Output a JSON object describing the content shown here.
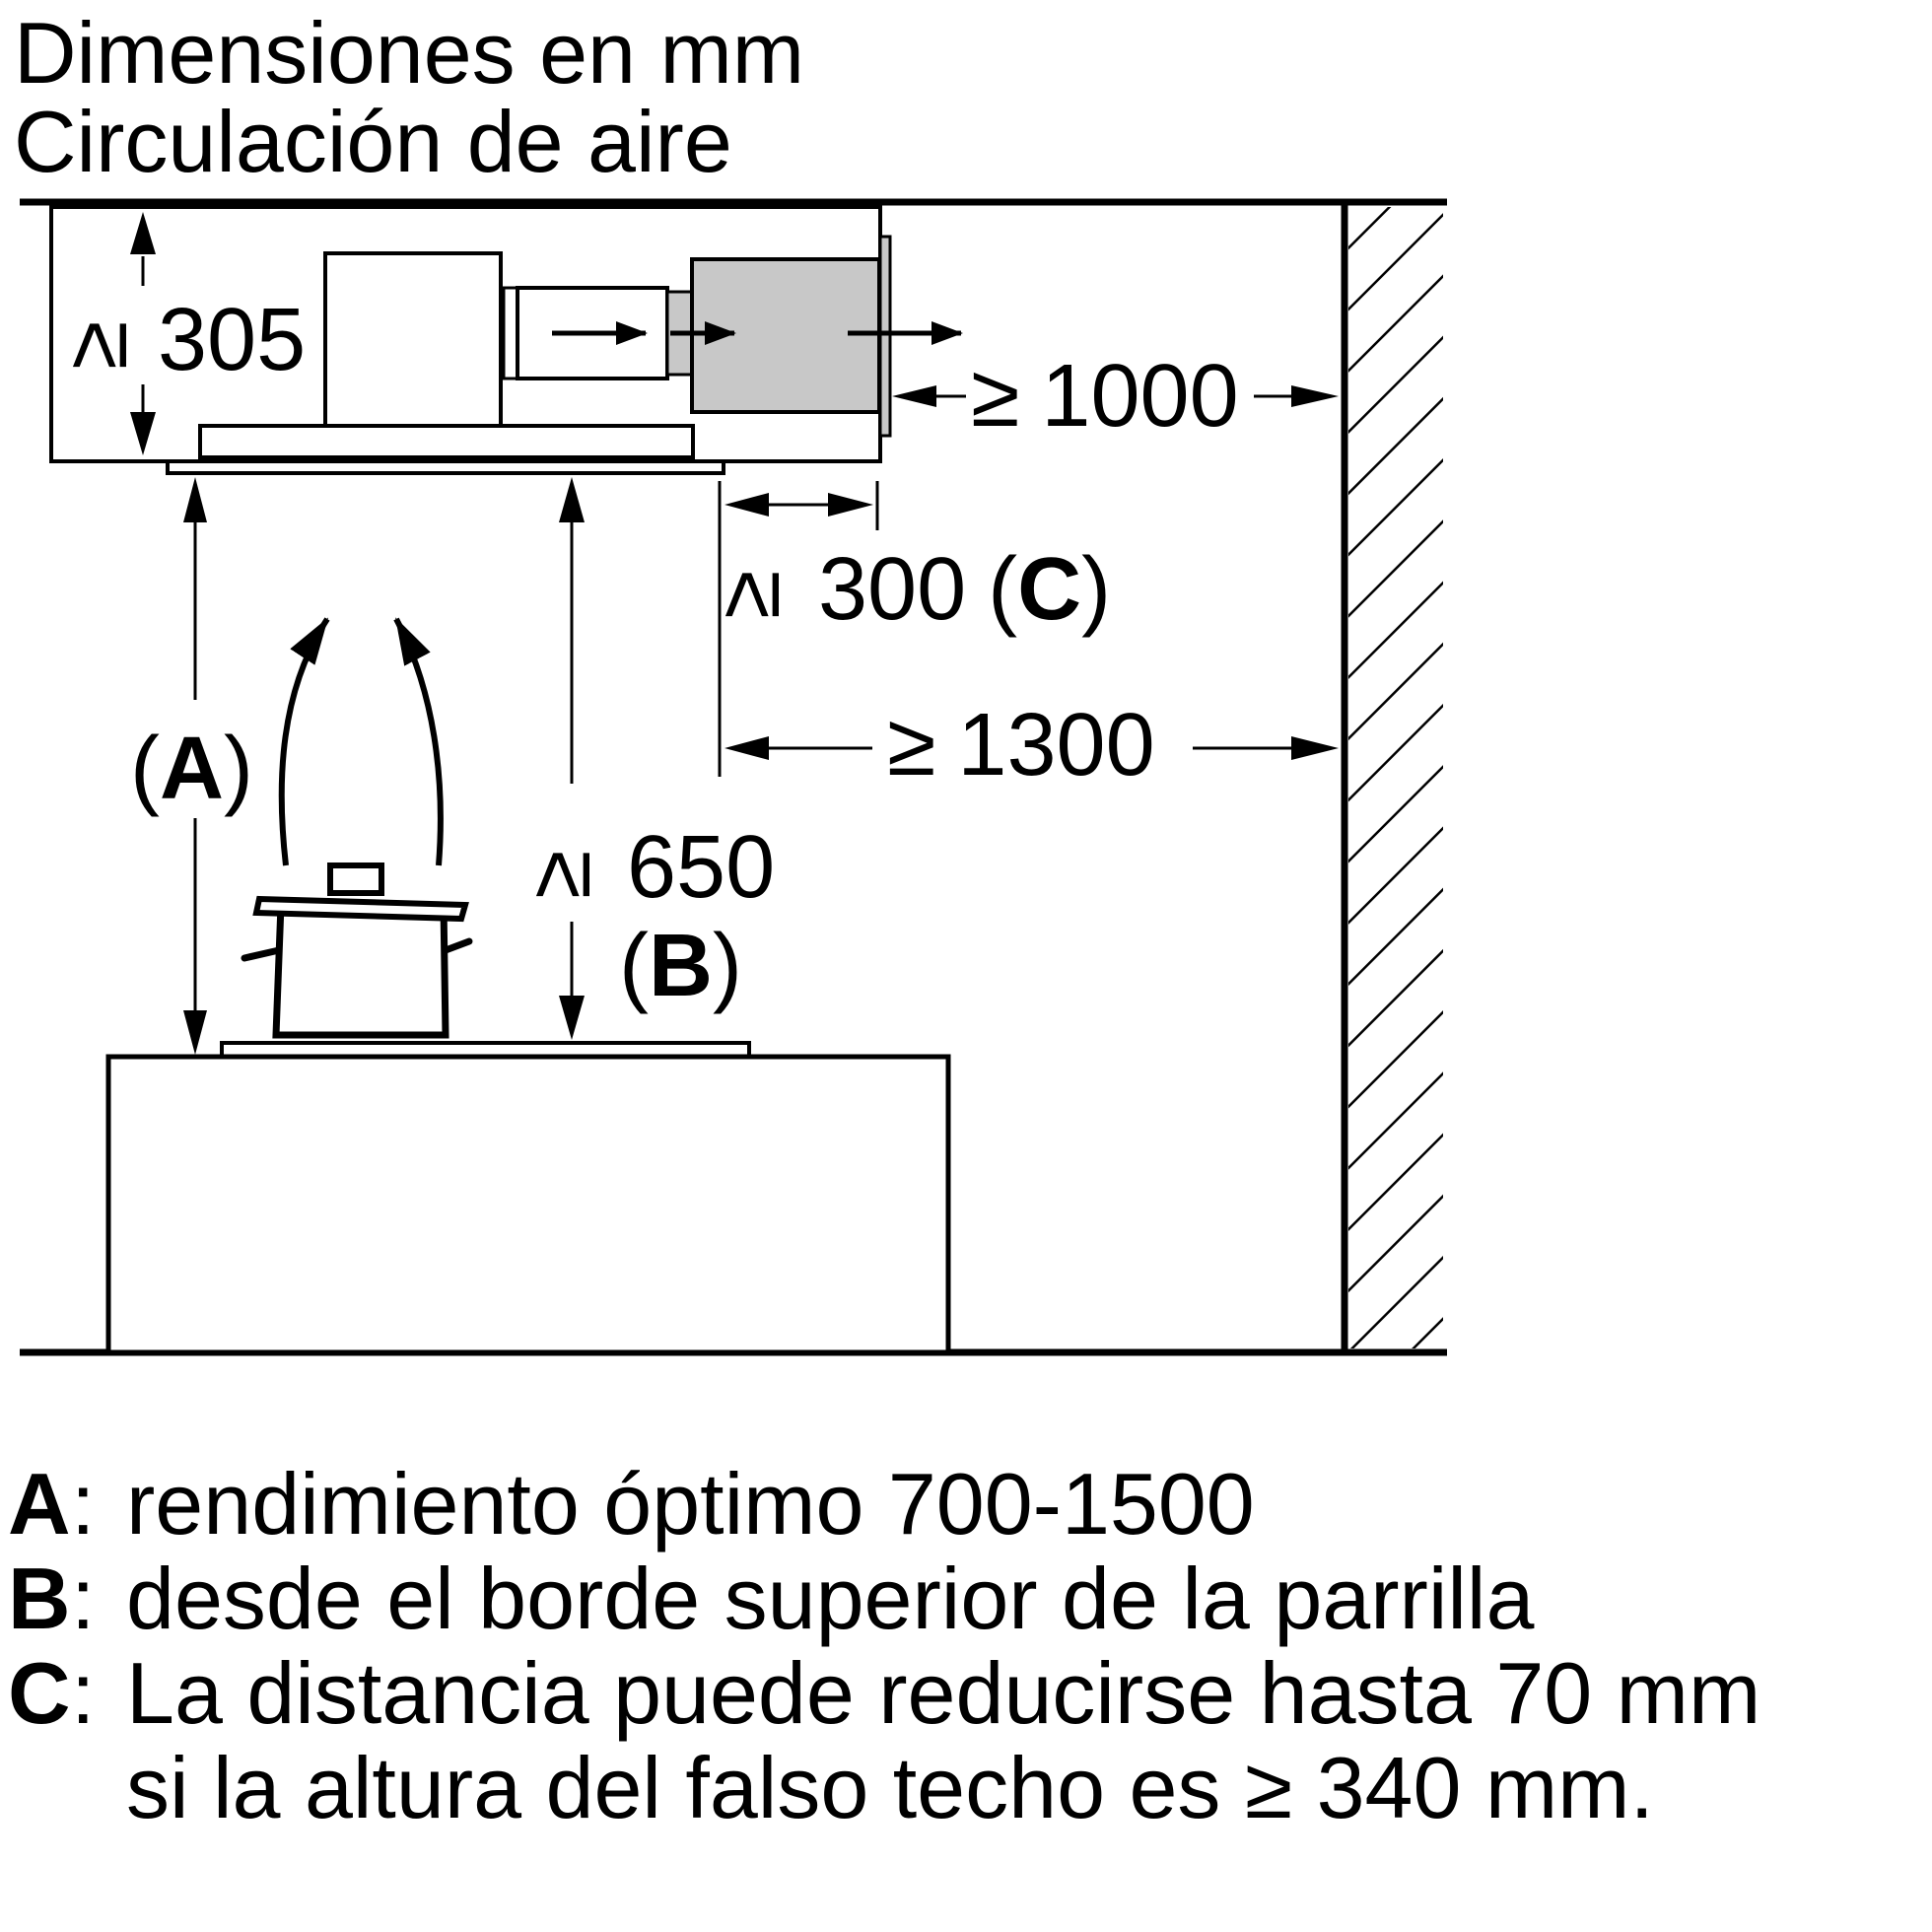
{
  "header": {
    "line1": "Dimensiones en mm",
    "line2": "Circulación de aire"
  },
  "dims": {
    "h_min": "305",
    "wall_min": "1000",
    "side_min": "300",
    "side_tag": "C",
    "wall_hob_min": "1300",
    "tag_a": "A",
    "hob_min": "650",
    "tag_b": "B",
    "ge": "≥"
  },
  "notes": [
    {
      "key": "A",
      "lines": [
        "rendimiento óptimo 700-1500"
      ]
    },
    {
      "key": "B",
      "lines": [
        "desde el borde superior de la parrilla"
      ]
    },
    {
      "key": "C",
      "lines": [
        "La distancia puede reducirse hasta 70 mm",
        "si la altura del falso techo es ≥ 340 mm."
      ]
    }
  ],
  "colors": {
    "line": "#000000",
    "fan_fill": "#c8c8c8",
    "background": "#ffffff"
  }
}
